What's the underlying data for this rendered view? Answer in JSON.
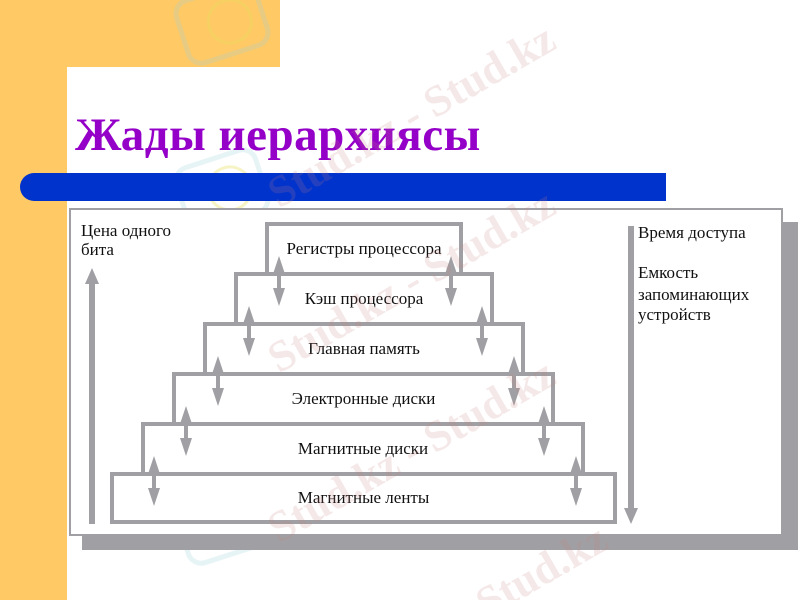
{
  "slide": {
    "title": "Жады иерархиясы",
    "colors": {
      "background_accent": "#ffc966",
      "title_color": "#9400c8",
      "title_bar": "#0033cc",
      "diagram_gray": "#a0a0a4"
    }
  },
  "diagram": {
    "left_axis_label_line1": "Цена одного",
    "left_axis_label_line2": "бита",
    "right_axis_label_1": "Время доступа",
    "right_axis_label_2_line1": "Емкость",
    "right_axis_label_2_line2": "запоминающих",
    "right_axis_label_2_line3": "устройств",
    "levels": [
      {
        "label": "Регистры процессора"
      },
      {
        "label": "Кэш процессора"
      },
      {
        "label": "Главная память"
      },
      {
        "label": "Электронные диски"
      },
      {
        "label": "Магнитные диски"
      },
      {
        "label": "Магнитные ленты"
      }
    ]
  },
  "watermark": {
    "text": "Stud.kz",
    "text_long": "Stud.kz - Stud.kz"
  }
}
